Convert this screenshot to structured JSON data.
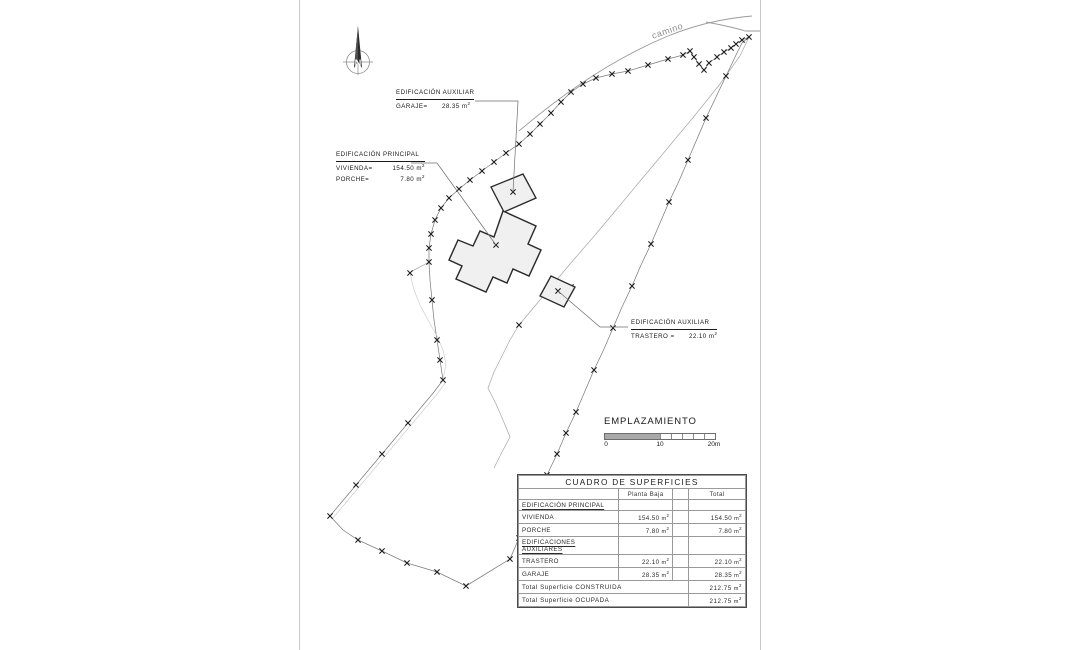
{
  "sheet": {
    "drawing_type": "site-plan",
    "background": "#ffffff",
    "building_fill": "#f0f0f0",
    "line_color": "#2b2b2b",
    "frame_color": "#c9c9c9"
  },
  "north_arrow": {
    "label": "N",
    "icon": "north-arrow-icon"
  },
  "road": {
    "label": "camino"
  },
  "annotations": {
    "garaje": {
      "title": "EDIFICACIÓN  AUXILIAR",
      "line1_label": "GARAJE=",
      "line1_value": "28.35",
      "line1_unit": "m",
      "line1_sup": "2"
    },
    "principal": {
      "title": "EDIFICACIÓN  PRINCIPAL",
      "line1_label": "VIVIENDA=",
      "line1_value": "154.50",
      "line1_unit": "m",
      "line1_sup": "2",
      "line2_label": "PORCHE=",
      "line2_value": "7.80",
      "line2_unit": "m",
      "line2_sup": "2"
    },
    "trastero": {
      "title": "EDIFICACIÓN  AUXILIAR",
      "line1_label": "TRASTERO  =",
      "line1_value": "22.10",
      "line1_unit": "m",
      "line1_sup": "2"
    }
  },
  "scale": {
    "title": "EMPLAZAMIENTO",
    "ticks": [
      "0",
      "10",
      "20m"
    ],
    "tick_positions": [
      0,
      50,
      100
    ],
    "filled_fraction": 50,
    "minor_divisions": 4
  },
  "surface_table": {
    "title": "CUADRO  DE  SUPERFICIES",
    "columns": [
      "",
      "Planta Baja",
      "",
      "Total"
    ],
    "sections": [
      {
        "name": "EDIFICACIÓN  PRINCIPAL",
        "rows": [
          {
            "label": "VIVIENDA",
            "planta_baja": "154.50",
            "unit": "m",
            "sup": "2",
            "total": "154.50"
          },
          {
            "label": "PORCHE",
            "planta_baja": "7.80",
            "unit": "m",
            "sup": "2",
            "total": "7.80"
          }
        ]
      },
      {
        "name": "EDIFICACIONES  AUXILIARES",
        "rows": [
          {
            "label": "TRASTERO",
            "planta_baja": "22.10",
            "unit": "m",
            "sup": "2",
            "total": "22.10"
          },
          {
            "label": "GARAJE",
            "planta_baja": "28.35",
            "unit": "m",
            "sup": "2",
            "total": "28.35"
          }
        ]
      }
    ],
    "totals": [
      {
        "label": "Total  Superficie  CONSTRUIDA",
        "value": "212.75",
        "unit": "m",
        "sup": "2"
      },
      {
        "label": "Total  Superficie  OCUPADA",
        "value": "212.75",
        "unit": "m",
        "sup": "2"
      }
    ]
  }
}
